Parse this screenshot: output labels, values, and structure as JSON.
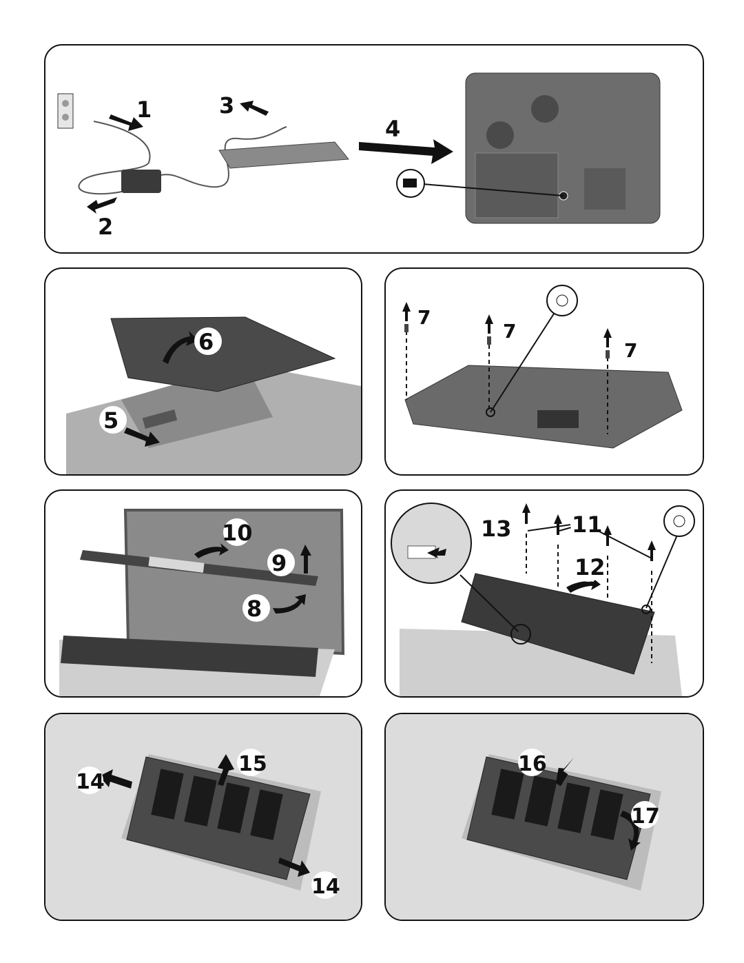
{
  "panels": [
    {
      "id": "power-and-battery-check",
      "steps": [
        "1",
        "2",
        "3",
        "4"
      ]
    },
    {
      "id": "remove-battery",
      "steps": [
        "5",
        "6"
      ]
    },
    {
      "id": "remove-bottom-screws",
      "steps": [
        "7",
        "7",
        "7"
      ]
    },
    {
      "id": "remove-switch-cover",
      "steps": [
        "8",
        "9",
        "10"
      ]
    },
    {
      "id": "remove-keyboard",
      "steps": [
        "11",
        "12",
        "13"
      ]
    },
    {
      "id": "remove-memory-module",
      "steps": [
        "14",
        "15",
        "14"
      ]
    },
    {
      "id": "install-memory-module",
      "steps": [
        "16",
        "17"
      ]
    }
  ],
  "icons": {
    "battery": "battery-icon",
    "screwdriver": "phillips-screwdriver-icon",
    "arrow": "arrow-icon"
  },
  "colors": {
    "line": "#111111",
    "panel_fill": "#ffffff",
    "device": "#6d6d6d",
    "device_dark": "#3a3a3a"
  }
}
